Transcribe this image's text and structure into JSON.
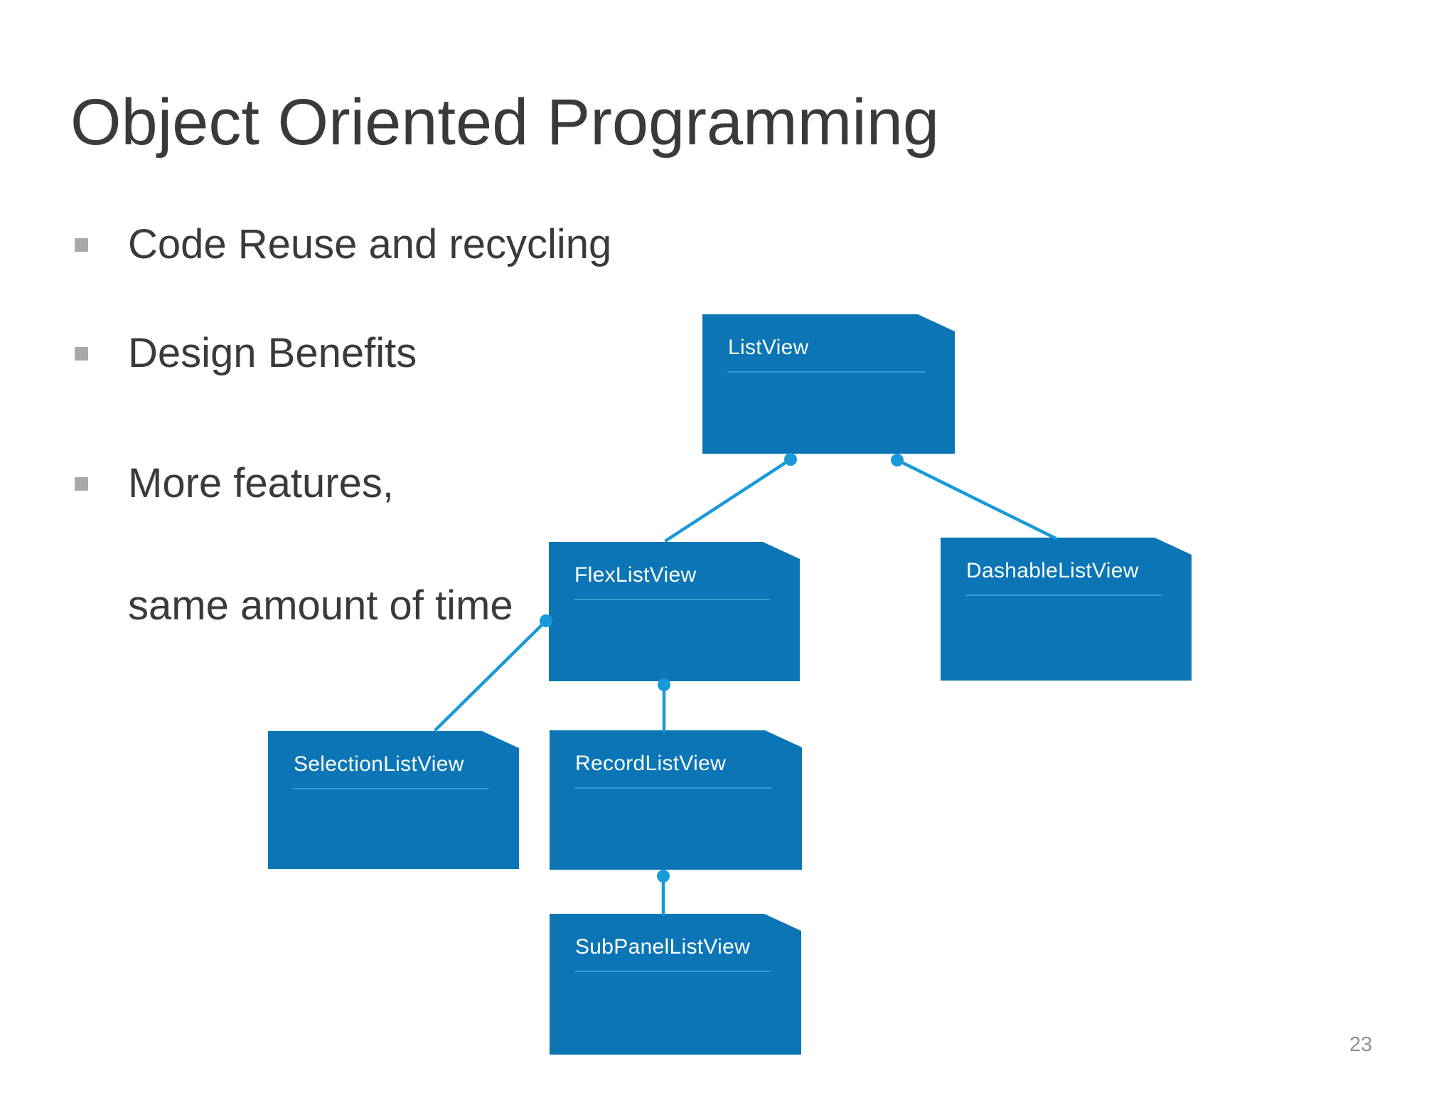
{
  "slide": {
    "title": "Object Oriented Programming",
    "bullets": [
      {
        "text": "Code Reuse and recycling",
        "marker": true
      },
      {
        "text": "Design Benefits",
        "marker": true
      },
      {
        "text": "More features,",
        "marker": true
      },
      {
        "text": "same amount of time",
        "marker": false
      }
    ],
    "page_number": "23"
  },
  "diagram": {
    "type": "class-hierarchy",
    "nodes": {
      "listview": {
        "label": "ListView"
      },
      "flexlistview": {
        "label": "FlexListView"
      },
      "dashablelistview": {
        "label": "DashableListView"
      },
      "selectionlistview": {
        "label": "SelectionListView"
      },
      "recordlistview": {
        "label": "RecordListView"
      },
      "subpanellistview": {
        "label": "SubPanelListView"
      }
    },
    "edges": [
      {
        "from": "ListView",
        "to": "FlexListView"
      },
      {
        "from": "ListView",
        "to": "DashableListView"
      },
      {
        "from": "FlexListView",
        "to": "SelectionListView"
      },
      {
        "from": "FlexListView",
        "to": "RecordListView"
      },
      {
        "from": "RecordListView",
        "to": "SubPanelListView"
      }
    ]
  },
  "colors": {
    "node_fill": "#0b75b6",
    "connector": "#189ad8",
    "separator": "#2f9fd6",
    "bullet_marker": "#a9a9a9",
    "text": "#3a3a3a",
    "page_number": "#8f8f8f"
  }
}
